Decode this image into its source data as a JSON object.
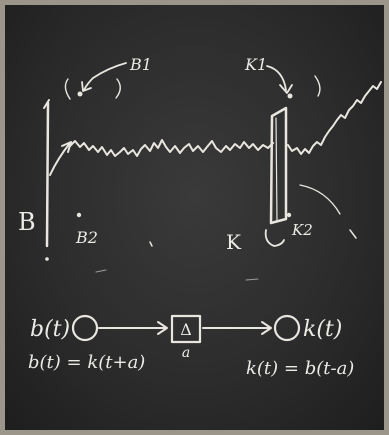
{
  "labels": {
    "b1": "B1",
    "k1": "K1",
    "b": "B",
    "b2": "B2",
    "k": "K",
    "k2": "K2"
  },
  "flow": {
    "source": "b(t)",
    "delay_symbol": "Δ",
    "delay_param": "a",
    "target": "k(t)",
    "eq_left": "b(t) = k(t+a)",
    "eq_right": "k(t) = b(t-a)"
  },
  "colors": {
    "board": "#2c2c2c",
    "chalk": "#e9e6df",
    "frame": "#9b9689"
  }
}
